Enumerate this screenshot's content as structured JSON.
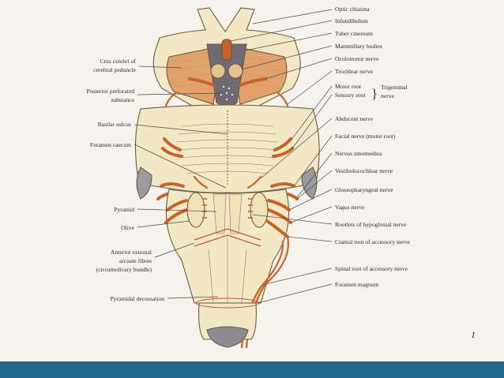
{
  "figure": {
    "page_number": "1",
    "colors": {
      "tissue": "#f2e8c6",
      "nerve": "#c9622a",
      "cerebral_peduncle": "#e2a16b",
      "gray_matter": "#6f6a73",
      "bottom_bar": "#1f6a8b"
    }
  },
  "labels_right": [
    "Optic chiasma",
    "Infundibulum",
    "Tuber cinereum",
    "Mammillary bodies",
    "Oculomotor nerve",
    "Trochlear nerve",
    "Motor root",
    "Sensory root",
    "Trigeminal",
    "nerve",
    "Abducent nerve",
    "Facial nerve (motor root)",
    "Nervus intermedius",
    "Vestibulocochlear nerve",
    "Glossopharyngeal nerve",
    "Vagus nerve",
    "Rootlets of hypoglossal nerve",
    "Cranial root of accessory nerve",
    "Spinal root of accessory nerve",
    "Foramen magnum"
  ],
  "labels_left": [
    "Crus cerebri of",
    "cerebral peduncle",
    "Posterior perforated",
    "substance",
    "Basilar sulcus",
    "Foramen caecum",
    "Pyramid",
    "Olive",
    "Anterior external",
    "arcuate fibres",
    "(circumolivary bundle)",
    "Pyramidal decussation"
  ]
}
